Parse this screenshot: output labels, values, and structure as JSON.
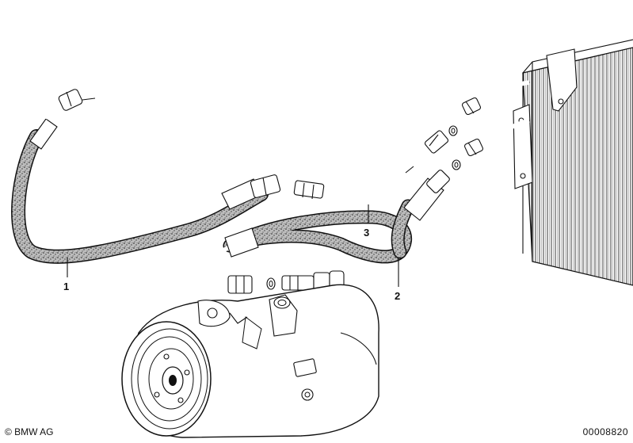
{
  "diagram": {
    "parts": [
      {
        "number": "1"
      },
      {
        "number": "2"
      },
      {
        "number": "3"
      }
    ]
  },
  "footer": {
    "copyright": "© BMW AG",
    "document_number": "00008820"
  },
  "colors": {
    "ink": "#111111",
    "background": "#ffffff"
  }
}
